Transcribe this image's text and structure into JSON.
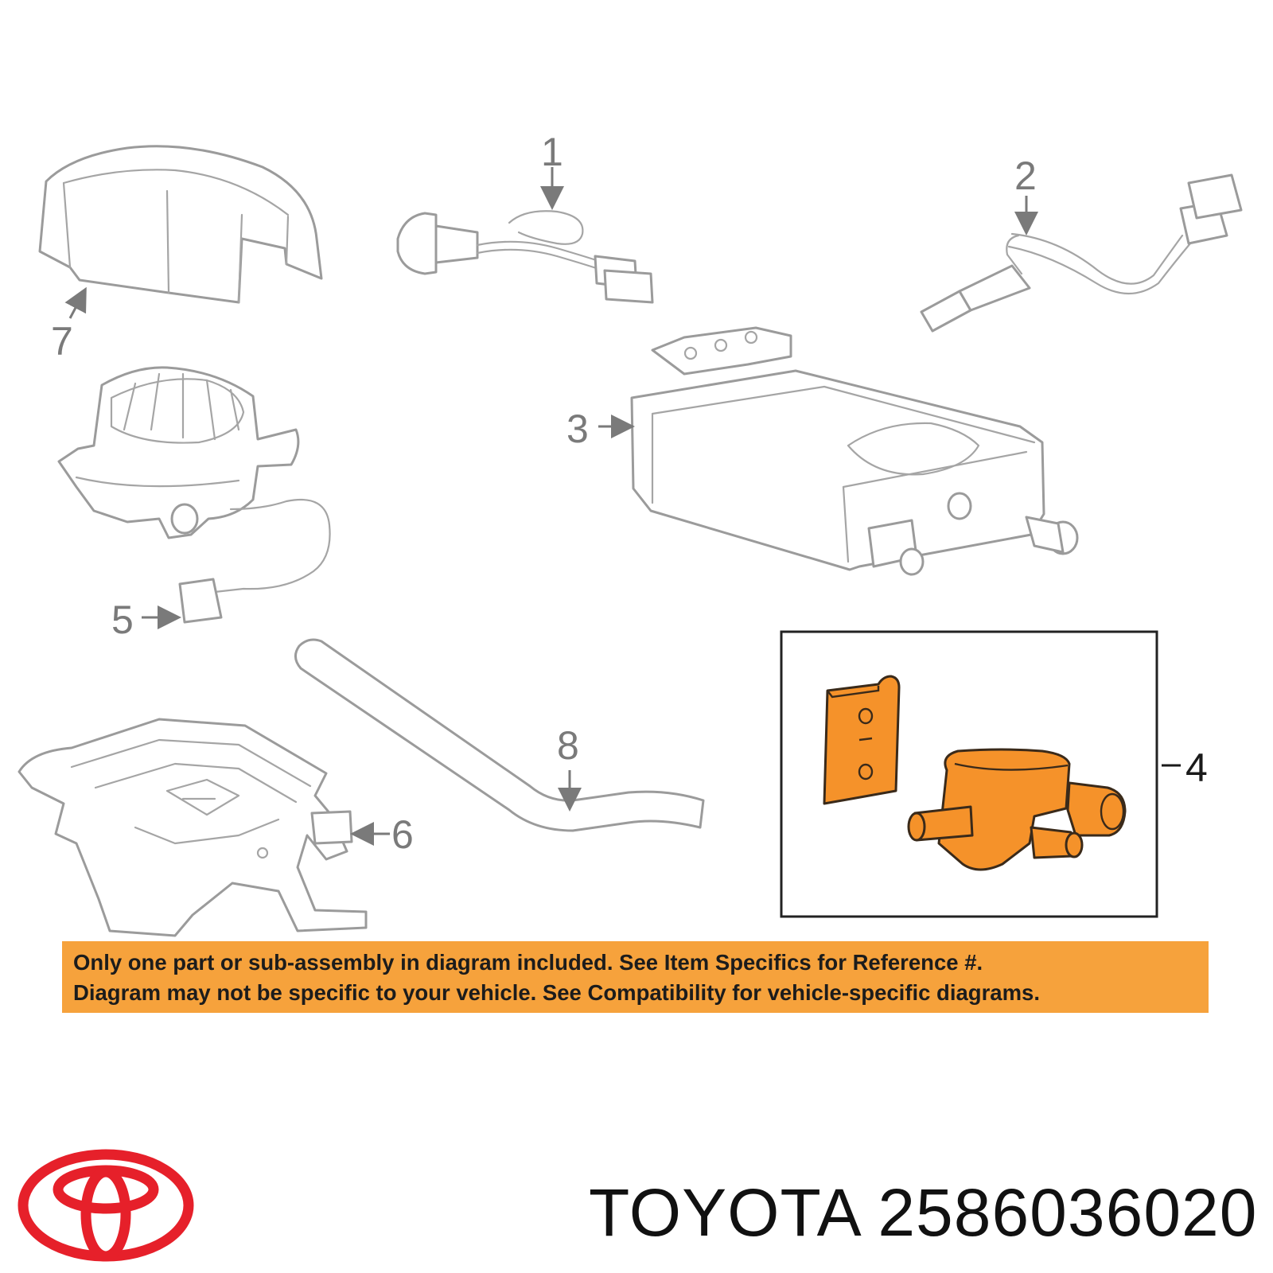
{
  "callouts": {
    "c1": "1",
    "c2": "2",
    "c3": "3",
    "c4": "4",
    "c5": "5",
    "c6": "6",
    "c7": "7",
    "c8": "8"
  },
  "notice": {
    "line1": "Only one part or sub-assembly in diagram included. See Item Specifics for Reference #.",
    "line2": "Diagram may not be specific to your vehicle. See Compatibility for vehicle-specific diagrams."
  },
  "brand": "TOYOTA",
  "part_number": "2586036020",
  "colors": {
    "highlight": "#f5922a",
    "notice_background": "#f6a23c",
    "logo_red": "#e6202a"
  },
  "icons": {
    "logo": "toyota-logo-icon"
  }
}
